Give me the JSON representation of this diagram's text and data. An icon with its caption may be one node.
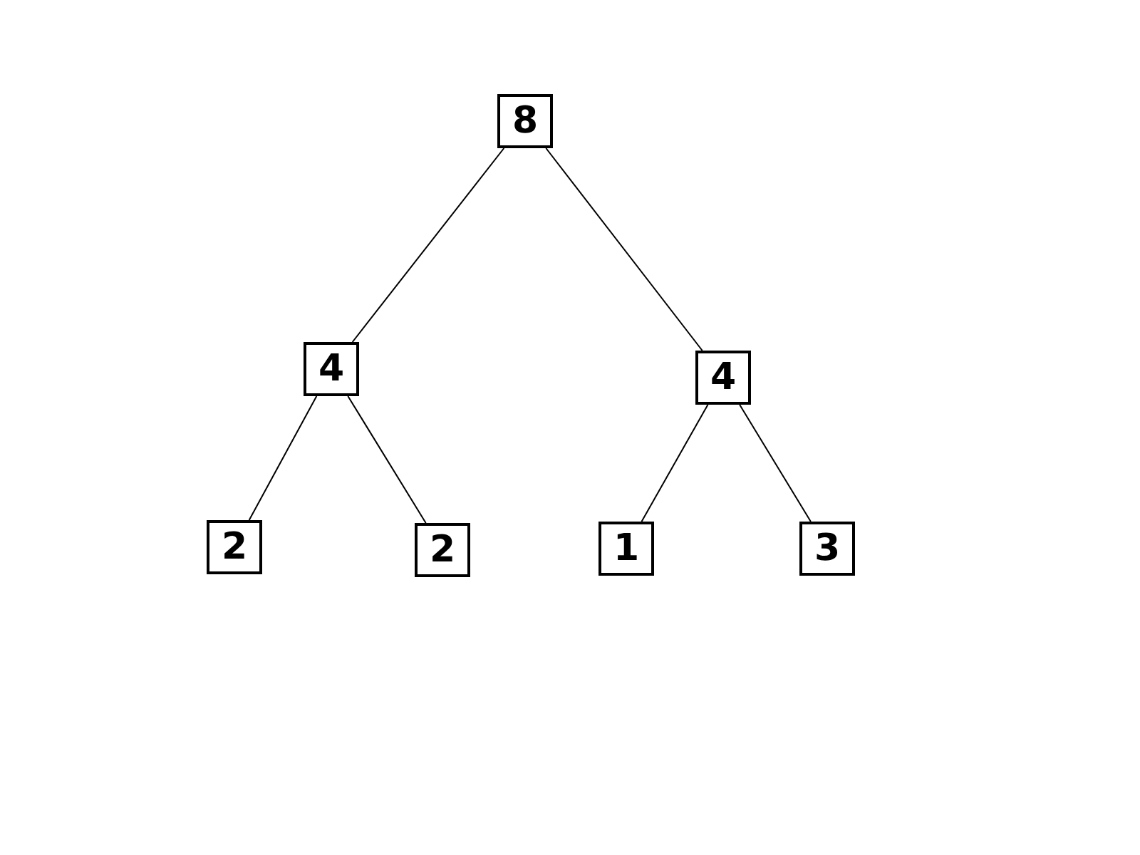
{
  "diagram": {
    "nodes": [
      {
        "text": [
          "8"
        ]
      },
      {
        "text": [
          "4"
        ]
      },
      {
        "text": [
          "4"
        ]
      },
      {
        "text": [
          "2"
        ]
      },
      {
        "text": [
          "2"
        ]
      },
      {
        "text": [
          "1"
        ]
      },
      {
        "text": [
          "3"
        ]
      }
    ],
    "edges": [
      {
        "from": 0,
        "to": 1,
        "arrow": "none"
      },
      {
        "from": 0,
        "to": 2,
        "arrow": "none"
      },
      {
        "from": 1,
        "to": 3,
        "arrow": "none"
      },
      {
        "from": 1,
        "to": 4,
        "arrow": "none"
      },
      {
        "from": 2,
        "to": 5,
        "arrow": "none"
      },
      {
        "from": 2,
        "to": 6,
        "arrow": "none"
      }
    ]
  }
}
